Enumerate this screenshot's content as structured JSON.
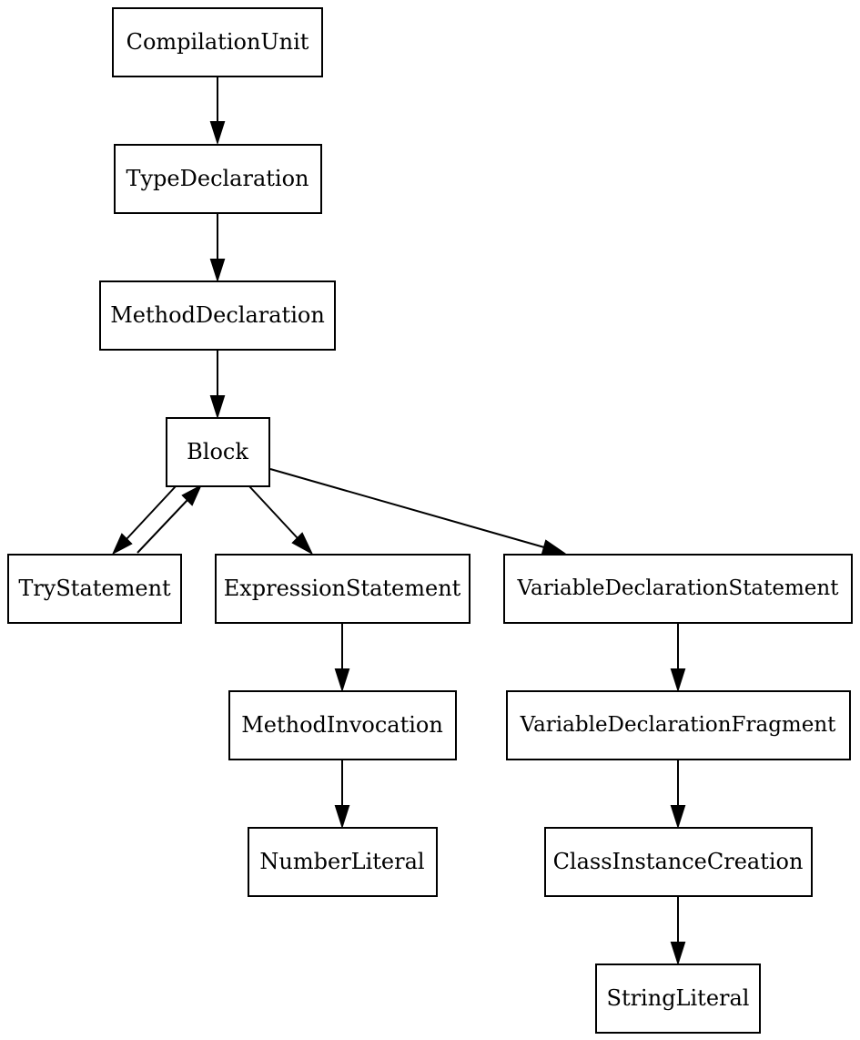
{
  "diagram": {
    "nodes": {
      "compilation_unit": "CompilationUnit",
      "type_declaration": "TypeDeclaration",
      "method_declaration": "MethodDeclaration",
      "block": "Block",
      "try_statement": "TryStatement",
      "expression_statement": "ExpressionStatement",
      "variable_declaration_statement": "VariableDeclarationStatement",
      "method_invocation": "MethodInvocation",
      "variable_declaration_fragment": "VariableDeclarationFragment",
      "number_literal": "NumberLiteral",
      "class_instance_creation": "ClassInstanceCreation",
      "string_literal": "StringLiteral"
    },
    "edges": [
      {
        "from": "compilation_unit",
        "to": "type_declaration"
      },
      {
        "from": "type_declaration",
        "to": "method_declaration"
      },
      {
        "from": "method_declaration",
        "to": "block"
      },
      {
        "from": "block",
        "to": "try_statement"
      },
      {
        "from": "try_statement",
        "to": "block"
      },
      {
        "from": "block",
        "to": "expression_statement"
      },
      {
        "from": "block",
        "to": "variable_declaration_statement"
      },
      {
        "from": "expression_statement",
        "to": "method_invocation"
      },
      {
        "from": "method_invocation",
        "to": "number_literal"
      },
      {
        "from": "variable_declaration_statement",
        "to": "variable_declaration_fragment"
      },
      {
        "from": "variable_declaration_fragment",
        "to": "class_instance_creation"
      },
      {
        "from": "class_instance_creation",
        "to": "string_literal"
      }
    ]
  }
}
